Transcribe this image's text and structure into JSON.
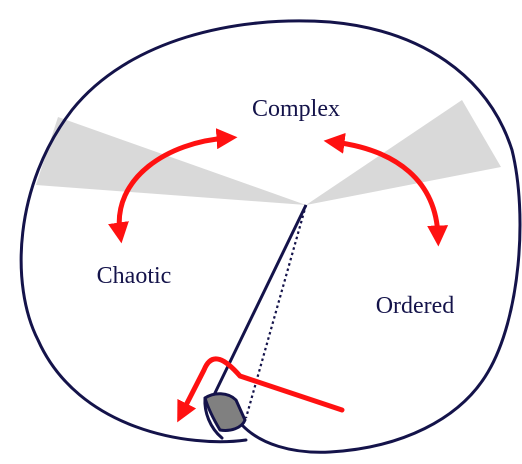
{
  "diagram": {
    "labels": {
      "complex": "Complex",
      "chaotic": "Chaotic",
      "ordered": "Ordered"
    },
    "colors": {
      "outline": "#14134a",
      "text": "#14134a",
      "arrow": "#ff1111",
      "wedge": "#d9d9d9",
      "fold_shadow": "#808080",
      "background": "#ffffff"
    }
  }
}
